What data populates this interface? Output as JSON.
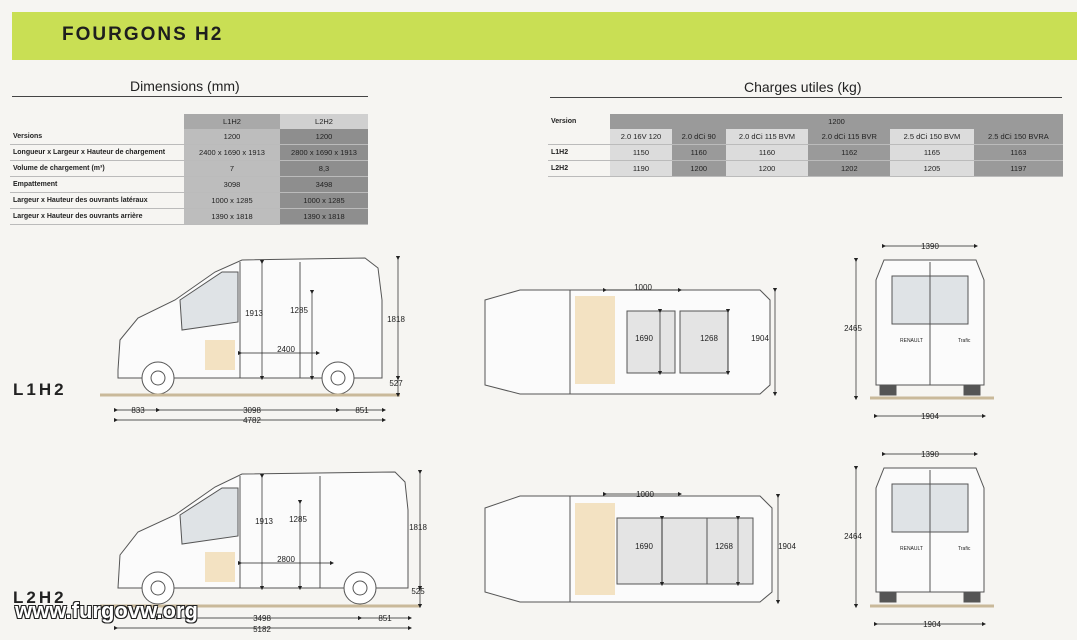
{
  "header": {
    "title": "FOURGONS H2"
  },
  "dimensions": {
    "title": "Dimensions (mm)",
    "columns": [
      "L1H2",
      "L2H2"
    ],
    "rows": [
      {
        "label": "Versions",
        "l1h2": "1200",
        "l2h2": "1200"
      },
      {
        "label": "Longueur x Largeur x Hauteur de chargement",
        "l1h2": "2400 x 1690 x 1913",
        "l2h2": "2800 x 1690 x 1913"
      },
      {
        "label": "Volume de chargement (m³)",
        "l1h2": "7",
        "l2h2": "8,3"
      },
      {
        "label": "Empattement",
        "l1h2": "3098",
        "l2h2": "3498"
      },
      {
        "label": "Largeur x Hauteur des ouvrants latéraux",
        "l1h2": "1000 x 1285",
        "l2h2": "1000 x 1285"
      },
      {
        "label": "Largeur x Hauteur des ouvrants arrière",
        "l1h2": "1390 x 1818",
        "l2h2": "1390 x 1818"
      }
    ]
  },
  "charges": {
    "title": "Charges utiles (kg)",
    "version_label": "Version",
    "version_value": "1200",
    "engines": [
      "2.0 16V 120",
      "2.0 dCi 90",
      "2.0 dCi 115 BVM",
      "2.0 dCi 115 BVR",
      "2.5 dCi 150  BVM",
      "2.5 dCi 150  BVRA"
    ],
    "rows": [
      {
        "label": "L1H2",
        "values": [
          "1150",
          "1160",
          "1160",
          "1162",
          "1165",
          "1163"
        ]
      },
      {
        "label": "L2H2",
        "values": [
          "1190",
          "1200",
          "1200",
          "1202",
          "1205",
          "1197"
        ]
      }
    ]
  },
  "l1h2": {
    "label": "L1H2",
    "side": {
      "h1913": "1913",
      "h1285": "1285",
      "h1818": "1818",
      "l2400": "2400",
      "h527": "527",
      "f833": "833",
      "wb3098": "3098",
      "r851": "851",
      "total4782": "4782"
    },
    "top": {
      "w1000": "1000",
      "w1690": "1690",
      "w1268": "1268",
      "w1904": "1904"
    },
    "rear": {
      "w1390": "1390",
      "h2465": "2465",
      "w1904": "1904"
    }
  },
  "l2h2": {
    "label": "L2H2",
    "side": {
      "h1913": "1913",
      "h1285": "1285",
      "h1818": "1818",
      "l2800": "2800",
      "h525": "525",
      "wb3498": "3498",
      "r851": "851",
      "total5182": "5182"
    },
    "top": {
      "w1000": "1000",
      "w1690": "1690",
      "w1268": "1268",
      "w1904": "1904"
    },
    "rear": {
      "w1390": "1390",
      "h2464": "2464",
      "w1904": "1904"
    }
  },
  "rear_badges": {
    "brand": "RENAULT",
    "model": "Trafic"
  },
  "watermark": "www.furgovw.org",
  "colors": {
    "banner": "#c9df54",
    "dark_cell": "#8e8e8e",
    "light_cell": "#bdbdbd"
  }
}
